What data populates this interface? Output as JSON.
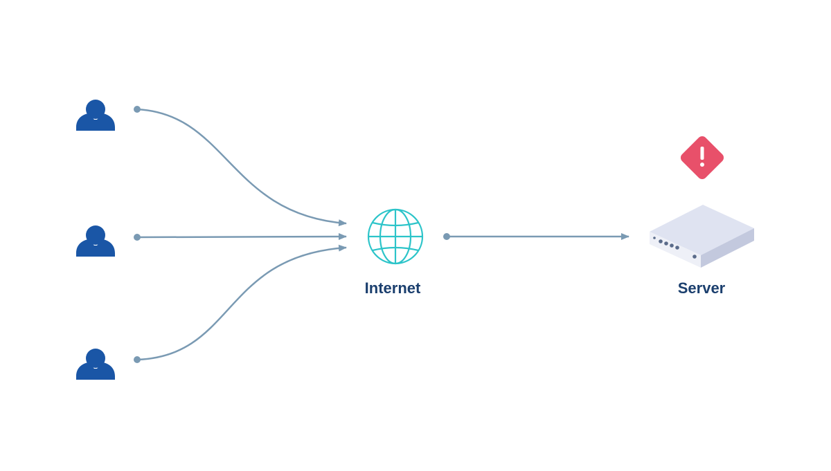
{
  "colors": {
    "background": "#ffffff",
    "user": "#1a56a6",
    "connector": "#7a9ab3",
    "globe": "#2cc4c9",
    "warning": "#e8506a",
    "server_top": "#dfe3f1",
    "server_front": "#eef0f7",
    "server_side": "#c3c9de",
    "label": "#1b3f6e"
  },
  "nodes": {
    "users": [
      {
        "name": "user-1",
        "icon": "user-icon"
      },
      {
        "name": "user-2",
        "icon": "user-icon"
      },
      {
        "name": "user-3",
        "icon": "user-icon"
      }
    ],
    "internet": {
      "icon": "globe-icon",
      "label": "Internet"
    },
    "server": {
      "icon": "server-icon",
      "label": "Server",
      "status_icon": "warning-icon"
    }
  },
  "edges": [
    {
      "from": "user-1",
      "to": "internet"
    },
    {
      "from": "user-2",
      "to": "internet"
    },
    {
      "from": "user-3",
      "to": "internet"
    },
    {
      "from": "internet",
      "to": "server"
    }
  ]
}
